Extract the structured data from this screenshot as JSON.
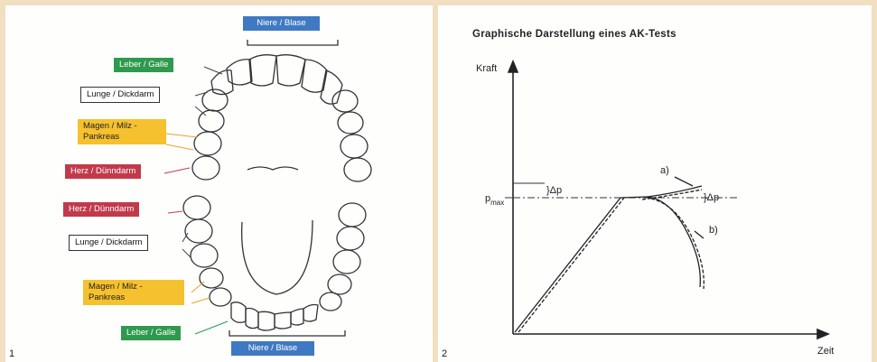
{
  "figure1": {
    "number": "1",
    "labels": {
      "top_kidney": "Niere  / Blase",
      "liver_top": "Leber / Galle",
      "lung_top": "Lunge / Dickdarm",
      "stomach_top": "Magen / Milz - Pankreas",
      "heart_top": "Herz / Dünndarm",
      "heart_bottom": "Herz / Dünndarm",
      "lung_bottom": "Lunge / Dickdarm",
      "stomach_bottom": "Magen / Milz - Pankreas",
      "liver_bottom": "Leber / Galle",
      "bottom_kidney": "Niere / Blase"
    },
    "colors": {
      "blue": "#3f79c3",
      "green": "#2f9a4d",
      "yellow": "#f6c12e",
      "red": "#c13a4c"
    }
  },
  "figure2": {
    "number": "2",
    "title": "Graphische Darstellung eines AK-Tests",
    "y_axis_label": "Kraft",
    "x_axis_label": "Zeit",
    "pmax_label": "p",
    "pmax_sub": "max",
    "delta_left": "}Δp",
    "delta_right": "}Δp",
    "curve_a": "a)",
    "curve_b": "b)"
  }
}
